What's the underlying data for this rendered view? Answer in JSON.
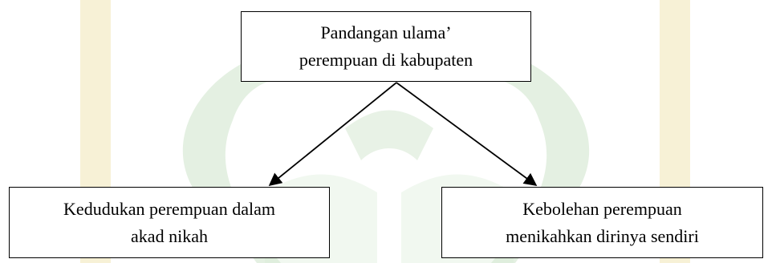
{
  "diagram": {
    "root": {
      "line1": "Pandangan ulama’",
      "line2": "perempuan di kabupaten"
    },
    "children": [
      {
        "line1": "Kedudukan perempuan dalam",
        "line2": "akad nikah"
      },
      {
        "line1": "Kebolehan perempuan",
        "line2": "menikahkan dirinya sendiri"
      }
    ]
  },
  "colors": {
    "watermark_green": "#d8ead5",
    "watermark_yellow": "#f4ebc4"
  }
}
